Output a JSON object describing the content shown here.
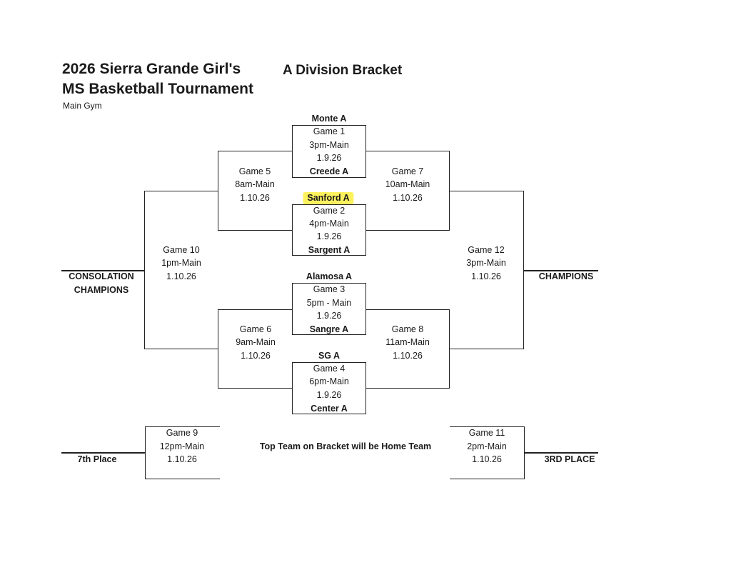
{
  "header": {
    "title_line1": "2026 Sierra Grande Girl's",
    "title_line2": "MS Basketball Tournament",
    "division": "A Division Bracket",
    "venue": "Main Gym"
  },
  "teams": {
    "monte": "Monte A",
    "creede": "Creede A",
    "sanford": "Sanford A",
    "sargent": "Sargent A",
    "alamosa": "Alamosa A",
    "sangre": "Sangre A",
    "sg": "SG A",
    "center": "Center A"
  },
  "highlight_color": "#fdf25e",
  "games": {
    "g1": {
      "name": "Game 1",
      "time": "3pm-Main",
      "date": "1.9.26"
    },
    "g2": {
      "name": "Game 2",
      "time": "4pm-Main",
      "date": "1.9.26"
    },
    "g3": {
      "name": "Game 3",
      "time": "5pm - Main",
      "date": "1.9.26"
    },
    "g4": {
      "name": "Game 4",
      "time": "6pm-Main",
      "date": "1.9.26"
    },
    "g5": {
      "name": "Game 5",
      "time": "8am-Main",
      "date": "1.10.26"
    },
    "g6": {
      "name": "Game 6",
      "time": "9am-Main",
      "date": "1.10.26"
    },
    "g7": {
      "name": "Game 7",
      "time": "10am-Main",
      "date": "1.10.26"
    },
    "g8": {
      "name": "Game 8",
      "time": "11am-Main",
      "date": "1.10.26"
    },
    "g9": {
      "name": "Game 9",
      "time": "12pm-Main",
      "date": "1.10.26"
    },
    "g10": {
      "name": "Game 10",
      "time": "1pm-Main",
      "date": "1.10.26"
    },
    "g11": {
      "name": "Game 11",
      "time": "2pm-Main",
      "date": "1.10.26"
    },
    "g12": {
      "name": "Game 12",
      "time": "3pm-Main",
      "date": "1.10.26"
    }
  },
  "labels": {
    "consolation_line1": "CONSOLATION",
    "consolation_line2": "CHAMPIONS",
    "champions": "CHAMPIONS",
    "seventh": "7th Place",
    "third": "3RD PLACE",
    "home_note": "Top Team on Bracket will be Home Team"
  }
}
